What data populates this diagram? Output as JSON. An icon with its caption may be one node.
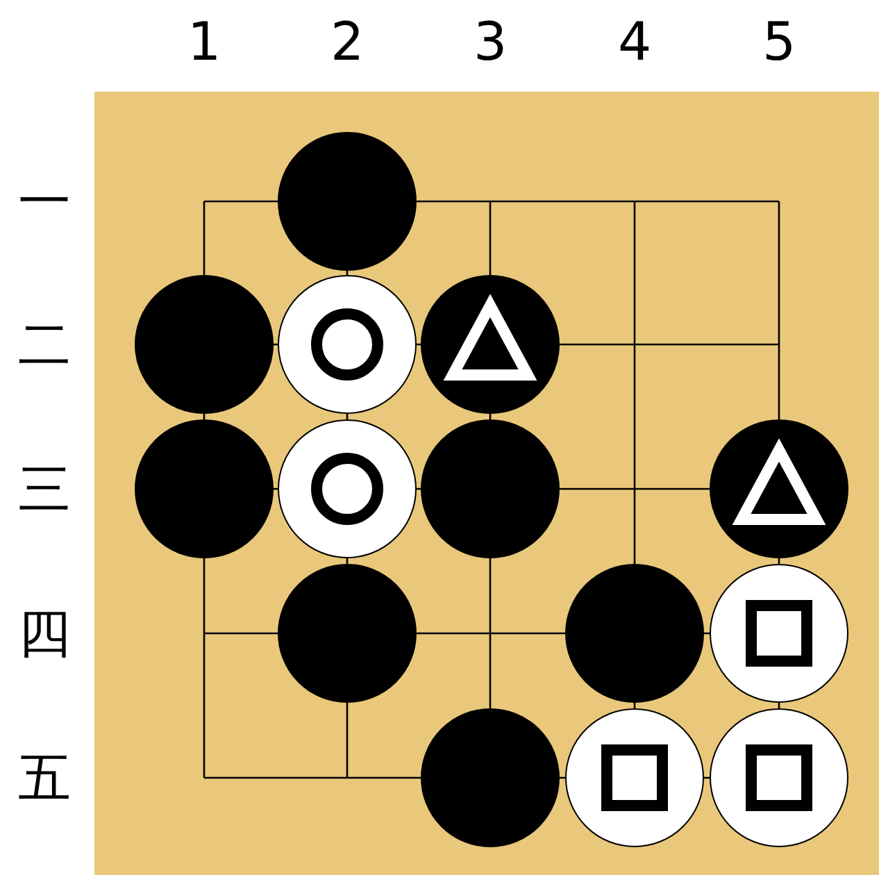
{
  "diagram": {
    "labels": [
      "1",
      "2",
      "3",
      "4",
      "5",
      "一",
      "二",
      "三",
      "四",
      "五"
    ]
  }
}
